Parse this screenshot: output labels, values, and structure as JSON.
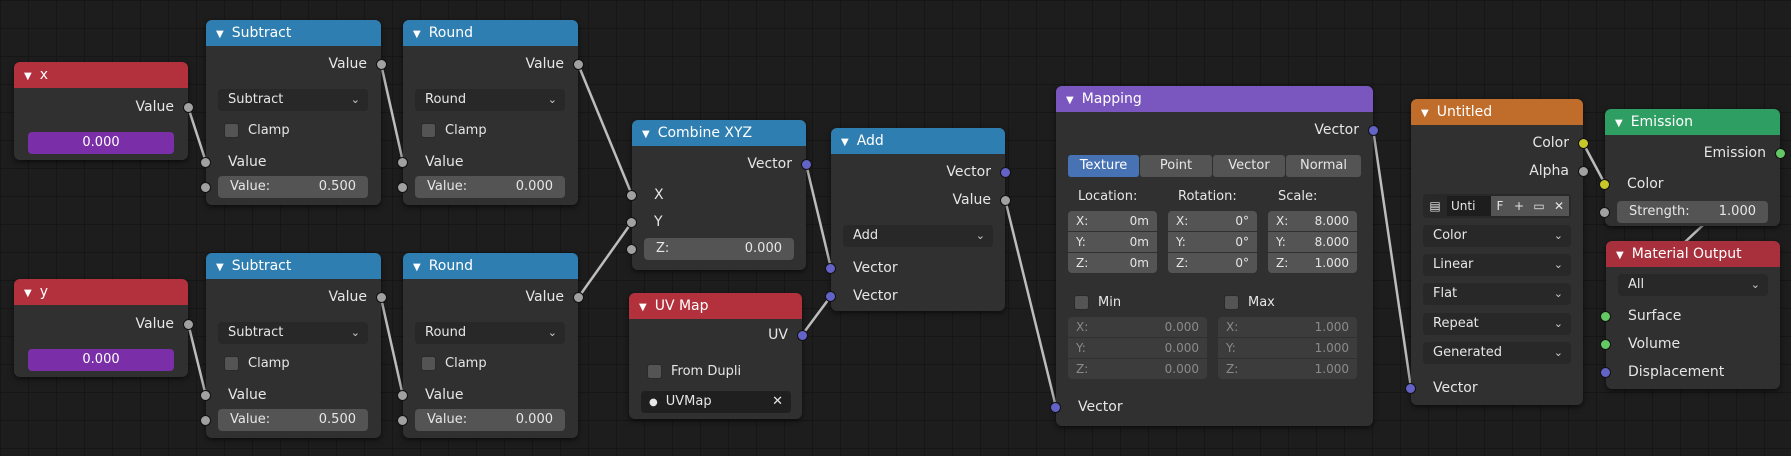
{
  "nodes": {
    "x": {
      "title": "x",
      "output": "Value",
      "value": "0.000"
    },
    "y": {
      "title": "y",
      "output": "Value",
      "value": "0.000"
    },
    "subtract1": {
      "title": "Subtract",
      "output": "Value",
      "operation": "Subtract",
      "clamp": "Clamp",
      "input1": "Value",
      "input2_label": "Value:",
      "input2_value": "0.500"
    },
    "subtract2": {
      "title": "Subtract",
      "output": "Value",
      "operation": "Subtract",
      "clamp": "Clamp",
      "input1": "Value",
      "input2_label": "Value:",
      "input2_value": "0.500"
    },
    "round1": {
      "title": "Round",
      "output": "Value",
      "operation": "Round",
      "clamp": "Clamp",
      "input1": "Value",
      "input2_label": "Value:",
      "input2_value": "0.000"
    },
    "round2": {
      "title": "Round",
      "output": "Value",
      "operation": "Round",
      "clamp": "Clamp",
      "input1": "Value",
      "input2_label": "Value:",
      "input2_value": "0.000"
    },
    "combine": {
      "title": "Combine XYZ",
      "output": "Vector",
      "x": "X",
      "y": "Y",
      "z_label": "Z:",
      "z_value": "0.000"
    },
    "uvmap": {
      "title": "UV Map",
      "output": "UV",
      "from_dupli": "From Dupli",
      "map_name": "UVMap",
      "clear": "✕"
    },
    "add": {
      "title": "Add",
      "out_vector": "Vector",
      "out_value": "Value",
      "operation": "Add",
      "in1": "Vector",
      "in2": "Vector"
    },
    "mapping": {
      "title": "Mapping",
      "output": "Vector",
      "tabs": [
        "Texture",
        "Point",
        "Vector",
        "Normal"
      ],
      "location": "Location:",
      "rotation": "Rotation:",
      "scale": "Scale:",
      "loc": [
        [
          "X:",
          "0m"
        ],
        [
          "Y:",
          "0m"
        ],
        [
          "Z:",
          "0m"
        ]
      ],
      "rot": [
        [
          "X:",
          "0°"
        ],
        [
          "Y:",
          "0°"
        ],
        [
          "Z:",
          "0°"
        ]
      ],
      "scl": [
        [
          "X:",
          "8.000"
        ],
        [
          "Y:",
          "8.000"
        ],
        [
          "Z:",
          "1.000"
        ]
      ],
      "min": "Min",
      "max": "Max",
      "minv": [
        [
          "X:",
          "0.000"
        ],
        [
          "Y:",
          "0.000"
        ],
        [
          "Z:",
          "0.000"
        ]
      ],
      "maxv": [
        [
          "X:",
          "1.000"
        ],
        [
          "Y:",
          "1.000"
        ],
        [
          "Z:",
          "1.000"
        ]
      ],
      "input": "Vector"
    },
    "image": {
      "title": "Untitled",
      "out_color": "Color",
      "out_alpha": "Alpha",
      "image_name": "Unti",
      "fake_user": "F",
      "new": "+",
      "interpolation": "Color",
      "projection": "Linear",
      "extension_mode": "Flat",
      "repeat": "Repeat",
      "source": "Generated",
      "input": "Vector"
    },
    "emission": {
      "title": "Emission",
      "output": "Emission",
      "in_color": "Color",
      "strength_label": "Strength:",
      "strength_value": "1.000"
    },
    "output": {
      "title": "Material Output",
      "target": "All",
      "surface": "Surface",
      "volume": "Volume",
      "displacement": "Displacement"
    }
  },
  "colors": {
    "input_header": "#b3313d",
    "converter_header": "#2f7eb1",
    "vector_header": "#7a56bf",
    "texture_header": "#c06d2b",
    "shader_header": "#2f9e63",
    "output_header": "#a8303c",
    "socket_float": "#a1a1a1",
    "socket_vector": "#6363c7",
    "socket_color": "#c7c729",
    "socket_shader": "#63c763",
    "link": "#bdbdbd"
  }
}
